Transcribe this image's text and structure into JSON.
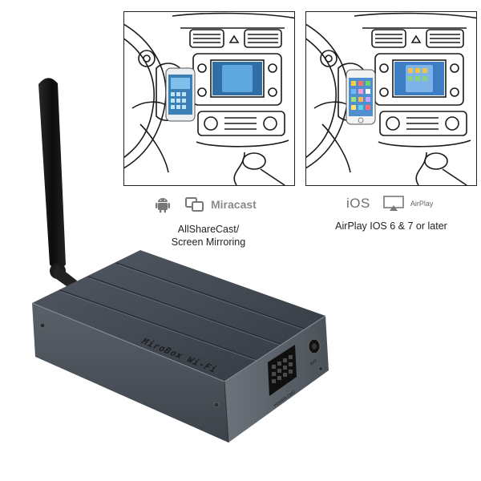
{
  "captions": {
    "miracast_label": "Miracast",
    "android_caption_line1": "AllShareCast/",
    "android_caption_line2": "Screen Mirroring",
    "ios_label": "iOS",
    "airplay_label": "AirPlay",
    "ios_caption": "AirPlay IOS 6 & 7 or later"
  },
  "device": {
    "brand_label": "MiroBox Wi-Fi",
    "power_port_label": "POWER CMS",
    "av_port_label": "AV2"
  },
  "icons": {
    "android": "android-robot-icon",
    "miracast": "miracast-icon",
    "airplay": "airplay-icon",
    "antenna": "antenna-icon"
  },
  "colors": {
    "box_top": "#3e454d",
    "box_front": "#4a5159",
    "antenna": "#151515",
    "screen_android": "#3a7fb5",
    "screen_ios": "#4f8fd0"
  }
}
